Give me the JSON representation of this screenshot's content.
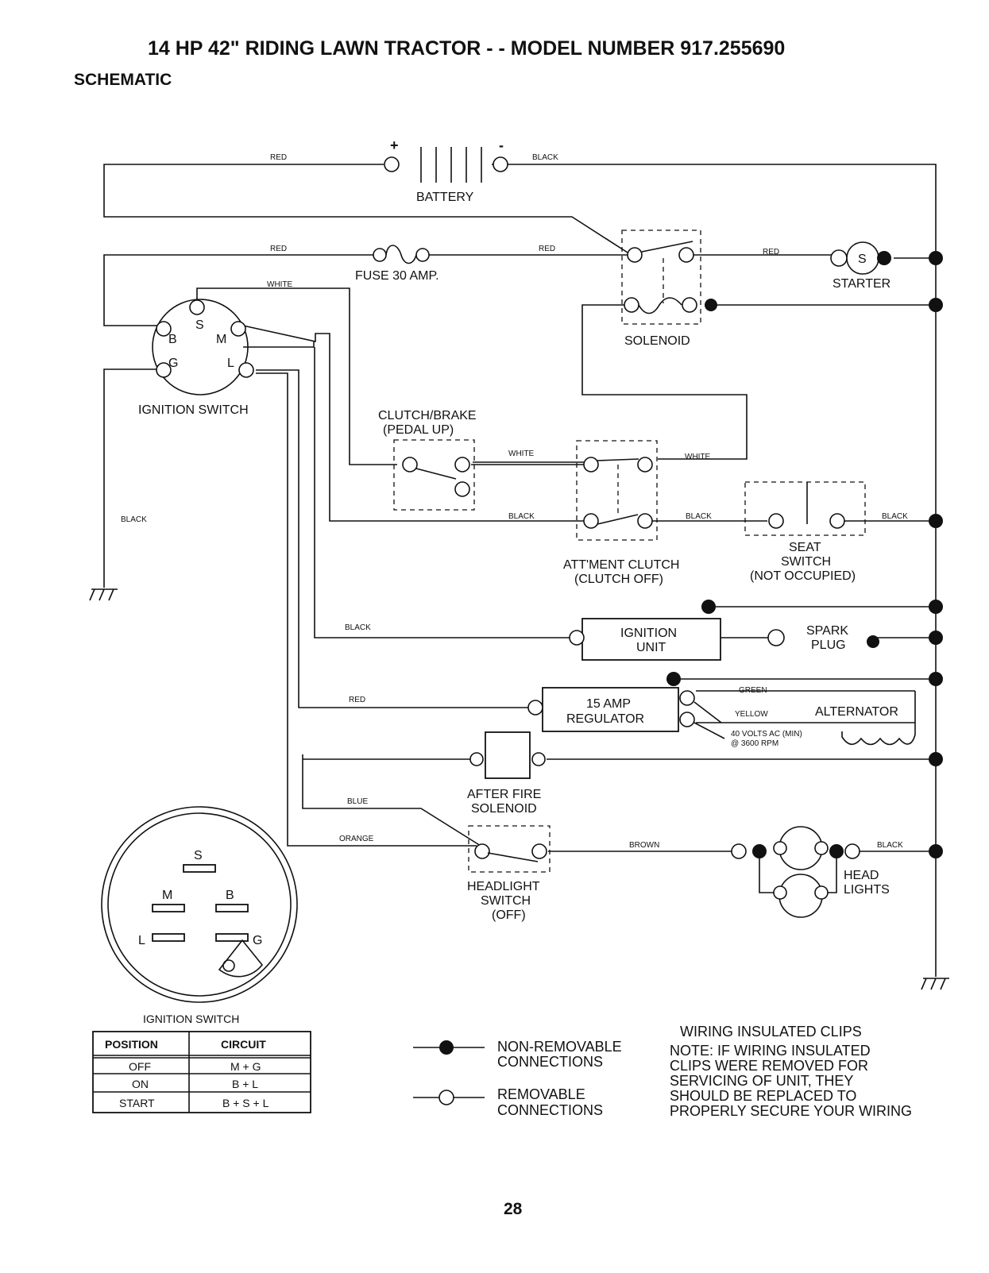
{
  "title": "14 HP 42\" RIDING LAWN TRACTOR - - MODEL NUMBER 917.255690",
  "subtitle": "SCHEMATIC",
  "page_number": "28",
  "battery": {
    "label": "BATTERY",
    "plus": "+",
    "minus": "-"
  },
  "wire_colors": {
    "red": "RED",
    "black": "BLACK",
    "white": "WHITE",
    "blue": "BLUE",
    "orange": "ORANGE",
    "brown": "BROWN",
    "green": "GREEN",
    "yellow": "YELLOW"
  },
  "components": {
    "fuse": "FUSE 30 AMP.",
    "starter": "STARTER",
    "starter_terminal": "S",
    "solenoid": "SOLENOID",
    "ignition_switch": "IGNITION SWITCH",
    "switch_terminals": {
      "s": "S",
      "b": "B",
      "m": "M",
      "g": "G",
      "l": "L"
    },
    "clutch_brake_1": "CLUTCH/BRAKE",
    "clutch_brake_2": "(PEDAL UP)",
    "attment_clutch_1": "ATT'MENT CLUTCH",
    "attment_clutch_2": "(CLUTCH OFF)",
    "seat_switch_1": "SEAT",
    "seat_switch_2": "SWITCH",
    "seat_switch_3": "(NOT OCCUPIED)",
    "ignition_unit_1": "IGNITION",
    "ignition_unit_2": "UNIT",
    "spark_plug_1": "SPARK",
    "spark_plug_2": "PLUG",
    "regulator_1": "15 AMP",
    "regulator_2": "REGULATOR",
    "alternator": "ALTERNATOR",
    "alt_volts_1": "40 VOLTS AC (MIN)",
    "alt_volts_2": "@ 3600 RPM",
    "after_fire_1": "AFTER FIRE",
    "after_fire_2": "SOLENOID",
    "headlight_switch_1": "HEADLIGHT",
    "headlight_switch_2": "SWITCH",
    "headlight_switch_3": "(OFF)",
    "headlights_1": "HEAD",
    "headlights_2": "LIGHTS"
  },
  "ignition_switch_table": {
    "caption": "IGNITION SWITCH",
    "headers": [
      "POSITION",
      "CIRCUIT"
    ],
    "rows": [
      [
        "OFF",
        "M + G"
      ],
      [
        "ON",
        "B + L"
      ],
      [
        "START",
        "B + S + L"
      ]
    ]
  },
  "legend": {
    "non_removable_1": "NON-REMOVABLE",
    "non_removable_2": "CONNECTIONS",
    "removable_1": "REMOVABLE",
    "removable_2": "CONNECTIONS"
  },
  "note": {
    "heading": "WIRING INSULATED CLIPS",
    "lines": [
      "NOTE: IF WIRING INSULATED",
      "CLIPS WERE REMOVED FOR",
      "SERVICING OF UNIT, THEY",
      "SHOULD BE REPLACED TO",
      "PROPERLY SECURE YOUR WIRING"
    ]
  }
}
